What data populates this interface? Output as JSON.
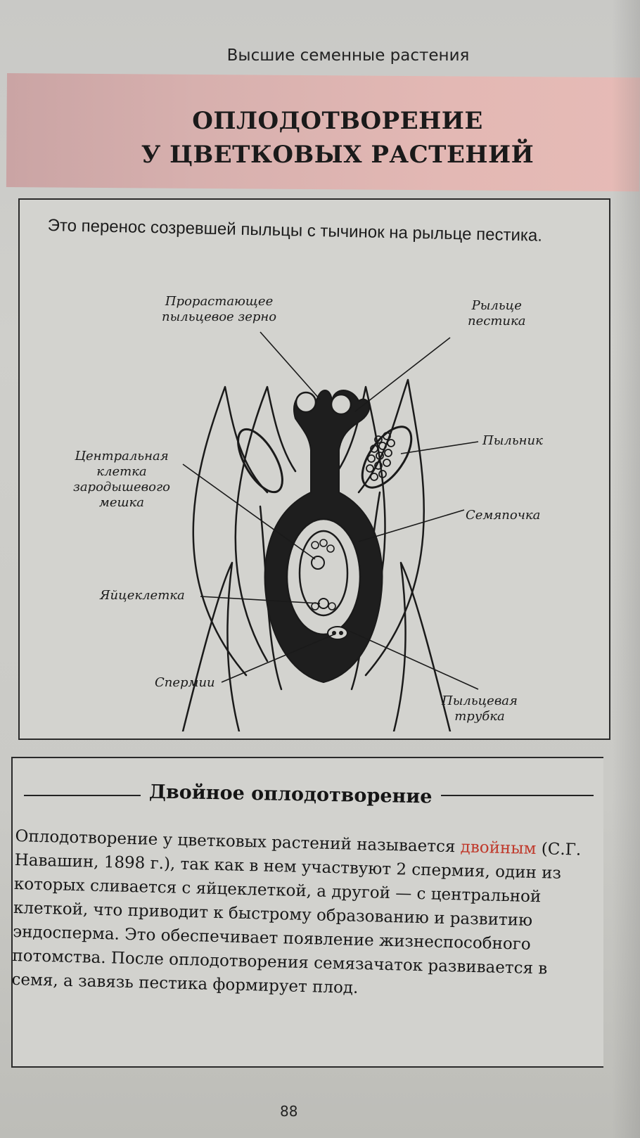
{
  "running_head": "Высшие семенные растения",
  "title": {
    "line1": "ОПЛОДОТВОРЕНИЕ",
    "line2": "У ЦВЕТКОВЫХ РАСТЕНИЙ"
  },
  "definition": "Это перенос созревшей пыльцы с тычинок на рыльце пестика.",
  "diagram_labels": {
    "pollen_grain": "Прорастающее\nпыльцевое зерно",
    "stigma": "Рыльце\nпестика",
    "anther": "Пыльник",
    "central_cell": "Центральная\nклетка\nзародышевого\nмешка",
    "ovule": "Семяпочка",
    "egg_cell": "Яйцеклетка",
    "sperm": "Спермии",
    "pollen_tube": "Пыльцевая\nтрубка"
  },
  "section": {
    "title": "Двойное оплодотворение",
    "text_before": "Оплодотворение у цветковых растений называется ",
    "highlight": "двойным",
    "text_after": " (С.Г. Навашин, 1898 г.), так как в нем участвуют 2 спермия, один из которых сливается с яйцеклеткой, а другой — с центральной клеткой, что приводит к быстрому образованию и развитию эндосперма. Это обеспечивает появление жизнеспособного потомства. После оплодотворения семязачаток развивается в семя, а завязь пестика формирует плод.",
    "accent_color": "#c0392b"
  },
  "page_number": "88"
}
